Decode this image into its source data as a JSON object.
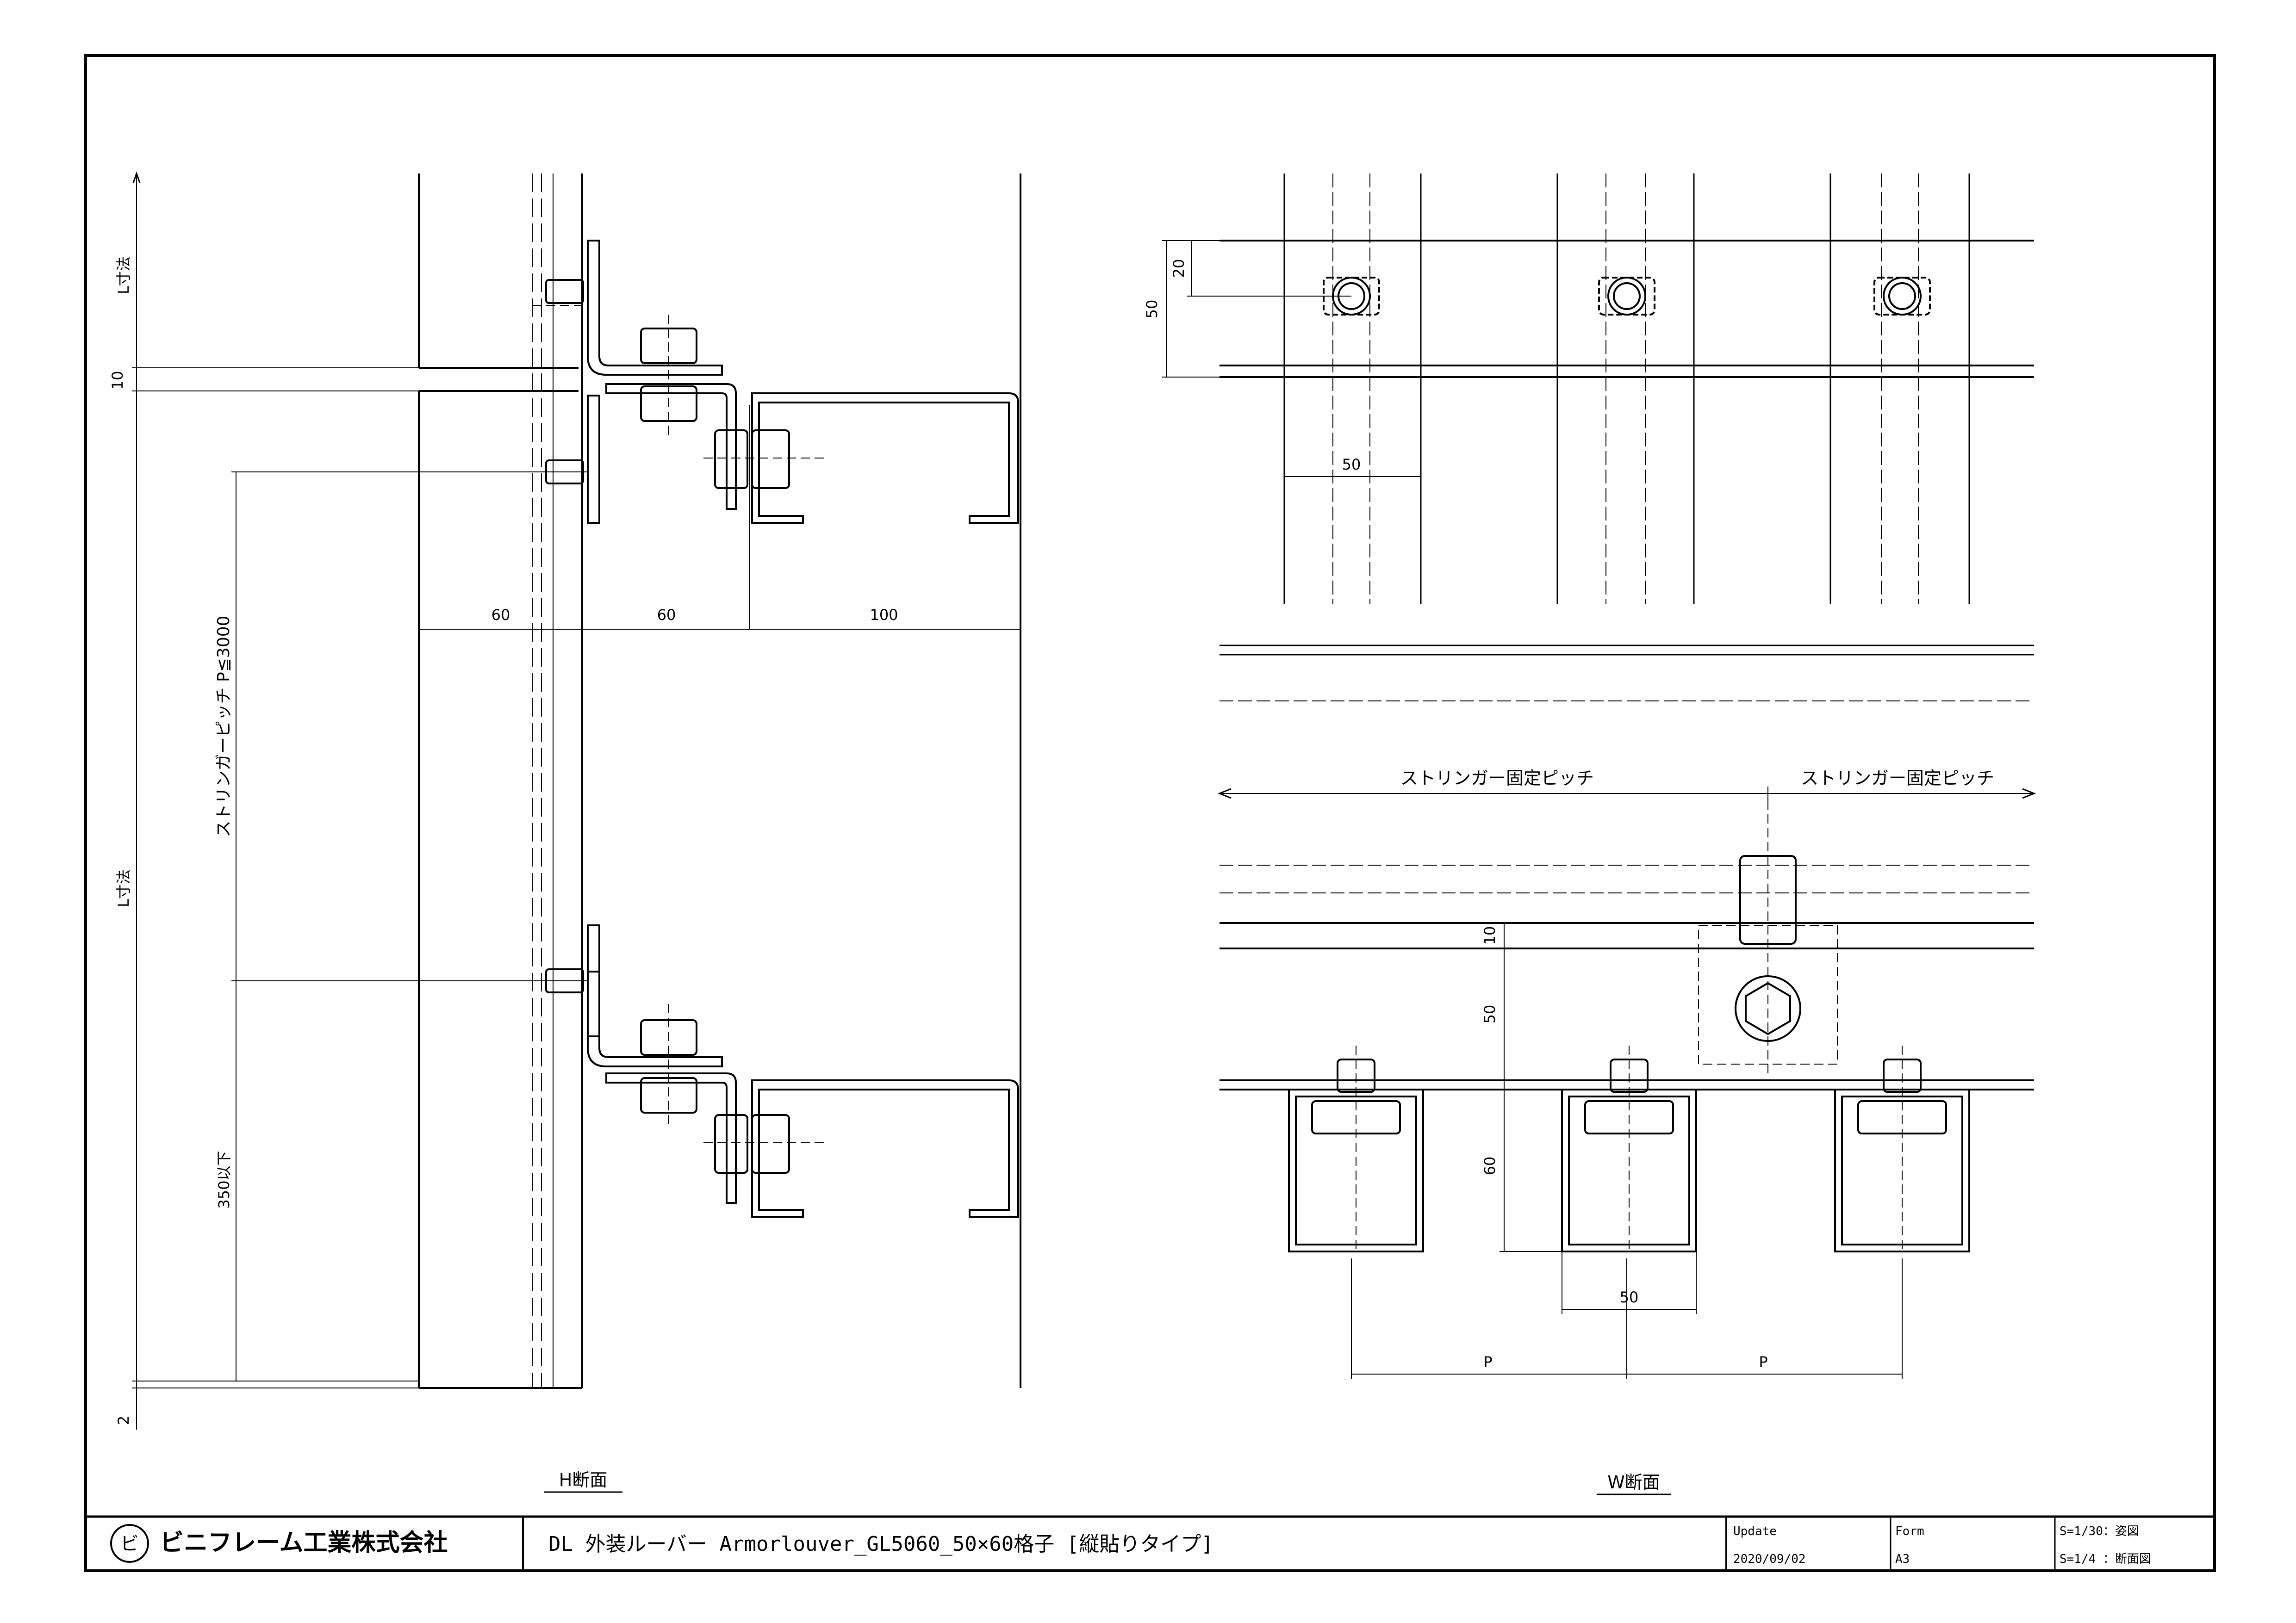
{
  "h_section": {
    "caption": "H断面",
    "dims": {
      "l_top": "L寸法",
      "ten": "10",
      "l_mid": "L寸法",
      "two": "2",
      "pitch": "ストリンガーピッチ P≦3000",
      "max350": "350以下",
      "d60a": "60",
      "d60b": "60",
      "d100": "100"
    }
  },
  "w_section": {
    "caption": "W断面",
    "dims": {
      "fifty_v": "50",
      "twenty": "20",
      "fifty_h": "50",
      "pitch_left": "ストリンガー固定ピッチ",
      "pitch_right": "ストリンガー固定ピッチ",
      "ten": "10",
      "fifty_mid": "50",
      "sixty": "60",
      "fifty_bottom": "50",
      "p1": "P",
      "p2": "P"
    }
  },
  "title_block": {
    "company": "ビニフレーム工業株式会社",
    "logo_mark": "ビ",
    "title": "DL 外装ルーバー Armorlouver_GL5060_50×60格子 [縦貼りタイプ]",
    "update_label": "Update",
    "update_value": "2020/09/02",
    "form_label": "Form",
    "form_value": "A3",
    "scale1": "S=1/30：姿図",
    "scale2": "S=1/4 ：断面図"
  }
}
